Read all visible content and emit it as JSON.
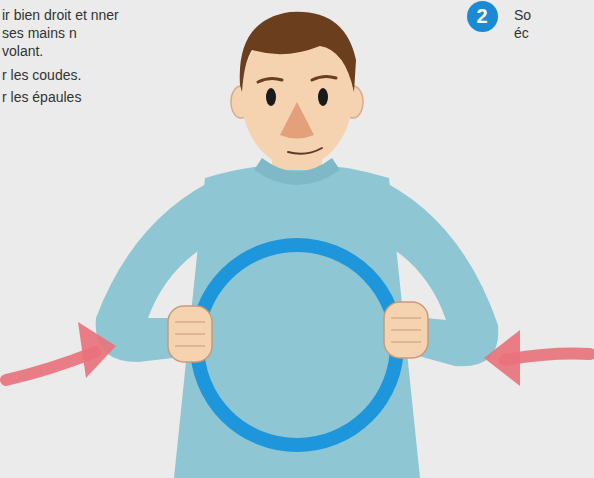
{
  "diagram": {
    "nodes": [
      {
        "text": [
          "2"
        ]
      }
    ],
    "labels": [
      "ir bien droit et nner ses mains n volant.",
      "r les coudes.",
      "r les épaules",
      "So",
      "éc"
    ]
  }
}
